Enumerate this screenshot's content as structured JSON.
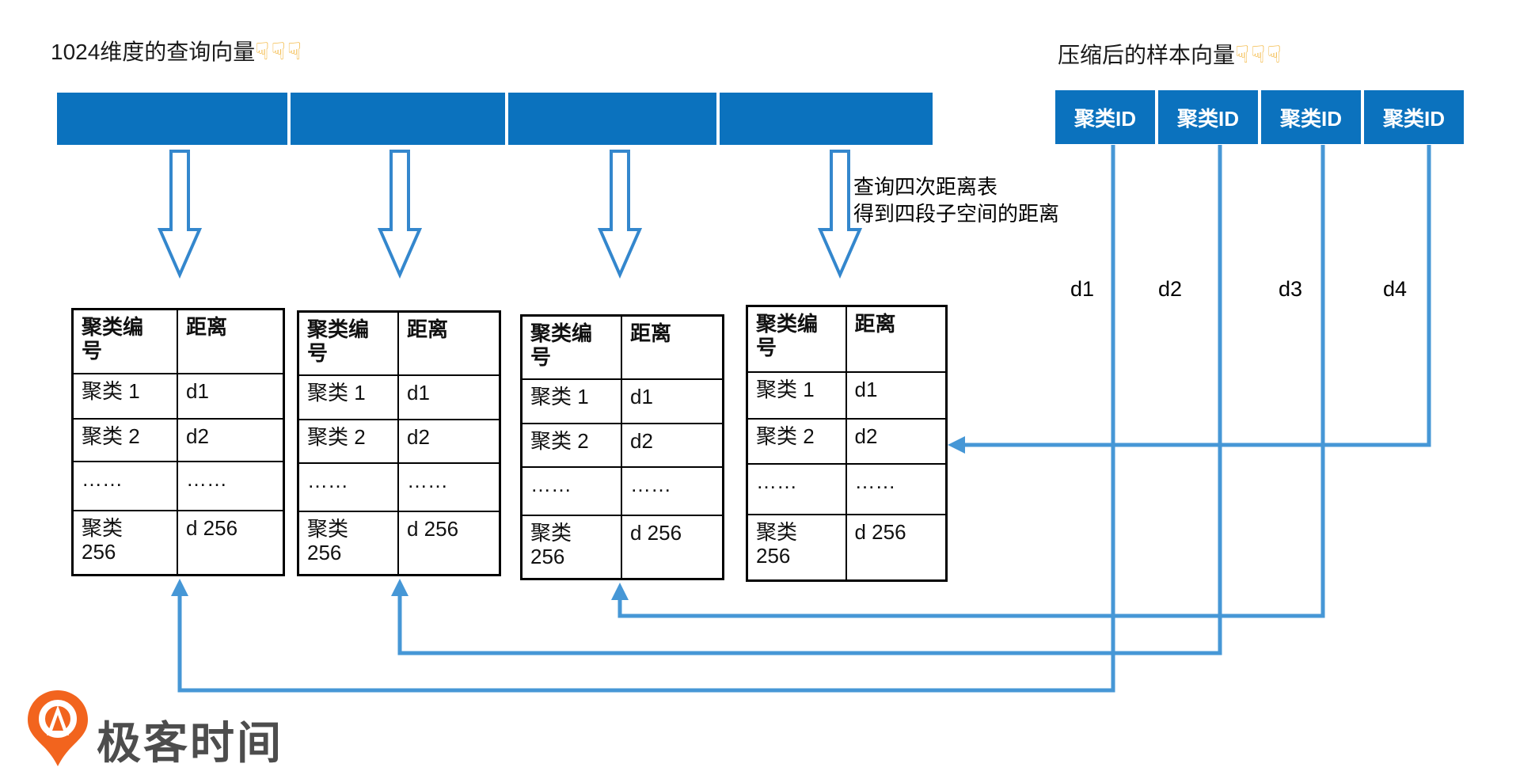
{
  "titles": {
    "query_vector": "1024维度的查询向量",
    "sample_vector": "压缩后的样本向量",
    "hands_icon": "☟☟☟"
  },
  "query_bar": {
    "segment_count": 4
  },
  "cluster_id_cells": [
    "聚类ID",
    "聚类ID",
    "聚类ID",
    "聚类ID"
  ],
  "annotation": {
    "line1": "查询四次距离表",
    "line2": "得到四段子空间的距离"
  },
  "distance_labels": [
    "d1",
    "d2",
    "d3",
    "d4"
  ],
  "distance_table": {
    "headers": [
      "聚类编\n号",
      "距离"
    ],
    "rows": [
      [
        "聚类 1",
        "d1"
      ],
      [
        "聚类 2",
        "d2"
      ],
      [
        "……",
        "……"
      ],
      [
        "聚类\n256",
        "d 256"
      ]
    ]
  },
  "logo": {
    "text": "极客时间"
  },
  "colors": {
    "primary_blue": "#0b72be",
    "connector_blue": "#4697d6",
    "hollow_arrow_blue": "#3487cd",
    "logo_orange": "#f2641e",
    "logo_text_gray": "#4d4d4d",
    "emoji_gold": "#f2b232"
  }
}
